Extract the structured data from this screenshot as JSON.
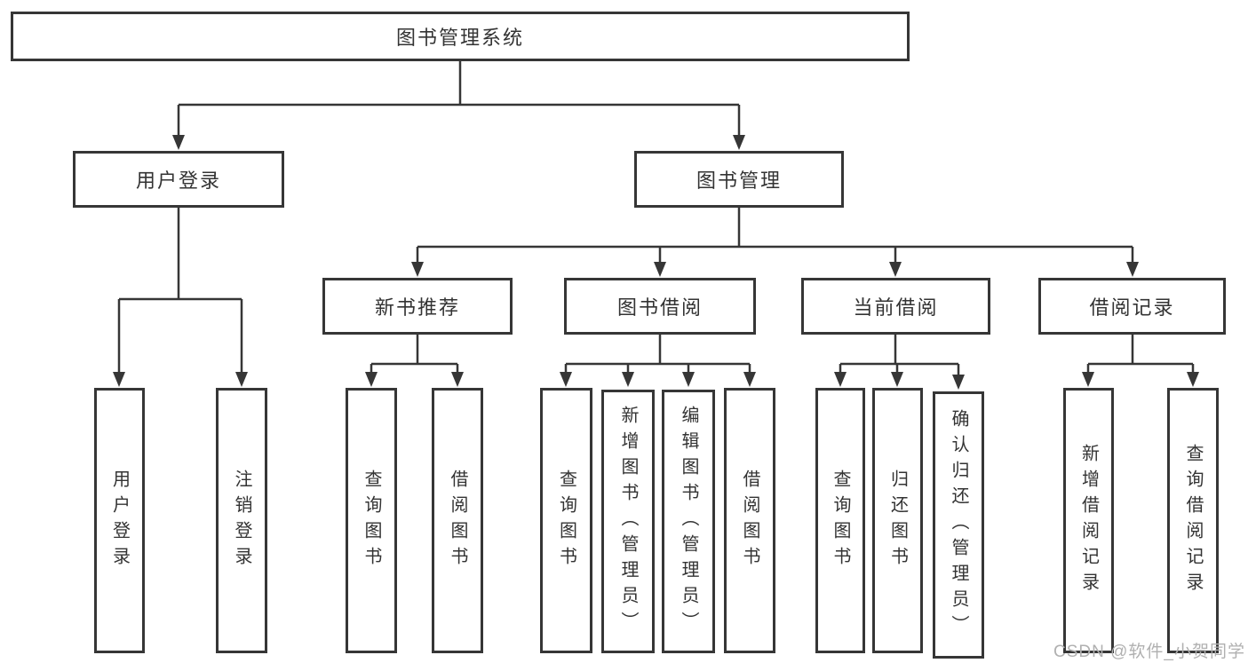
{
  "diagram": {
    "root": "图书管理系统",
    "level2": [
      {
        "label": "用户登录",
        "children": [
          "用户登录",
          "注销登录"
        ]
      },
      {
        "label": "图书管理"
      }
    ],
    "level3": [
      {
        "label": "新书推荐",
        "children": [
          "查询图书",
          "借阅图书"
        ]
      },
      {
        "label": "图书借阅",
        "children": [
          "查询图书",
          "新增图书（管理员）",
          "编辑图书（管理员）",
          "借阅图书"
        ]
      },
      {
        "label": "当前借阅",
        "children": [
          "查询图书",
          "归还图书",
          "确认归还（管理员）"
        ]
      },
      {
        "label": "借阅记录",
        "children": [
          "新增借阅记录",
          "查询借阅记录"
        ]
      }
    ]
  },
  "watermark": "CSDN @软件_小贺同学",
  "colors": {
    "line": "#363636",
    "box_border": "#363636",
    "box_background": "#ffffff",
    "text": "#333333",
    "watermark": "#b0b0b0",
    "page_background": "#ffffff"
  }
}
